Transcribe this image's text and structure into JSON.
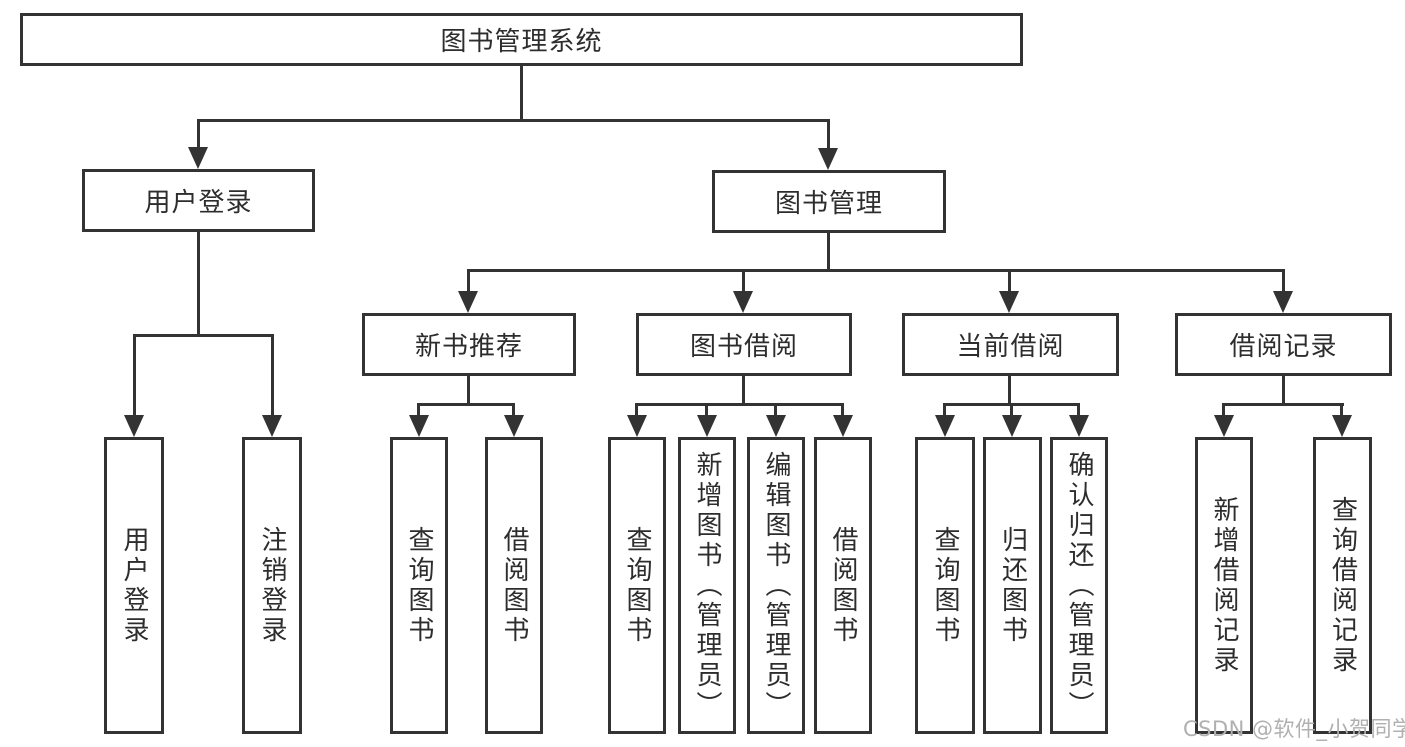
{
  "colors": {
    "line": "#333333",
    "text": "#2d2d2d",
    "watermark": "#b0b0b0",
    "background": "#ffffff"
  },
  "watermark": {
    "text": "CSDN @软件_小贺同学"
  },
  "tree": {
    "root": {
      "label": "图书管理系统",
      "children": [
        {
          "label": "用户登录",
          "children": [
            {
              "label": "用户登录"
            },
            {
              "label": "注销登录"
            }
          ]
        },
        {
          "label": "图书管理",
          "children": [
            {
              "label": "新书推荐",
              "children": [
                {
                  "label": "查询图书"
                },
                {
                  "label": "借阅图书"
                }
              ]
            },
            {
              "label": "图书借阅",
              "children": [
                {
                  "label": "查询图书"
                },
                {
                  "label": "新增图书（管理员）"
                },
                {
                  "label": "编辑图书（管理员）"
                },
                {
                  "label": "借阅图书"
                }
              ]
            },
            {
              "label": "当前借阅",
              "children": [
                {
                  "label": "查询图书"
                },
                {
                  "label": "归还图书"
                },
                {
                  "label": "确认归还（管理员）"
                }
              ]
            },
            {
              "label": "借阅记录",
              "children": [
                {
                  "label": "新增借阅记录"
                },
                {
                  "label": "查询借阅记录"
                }
              ]
            }
          ]
        }
      ]
    }
  }
}
